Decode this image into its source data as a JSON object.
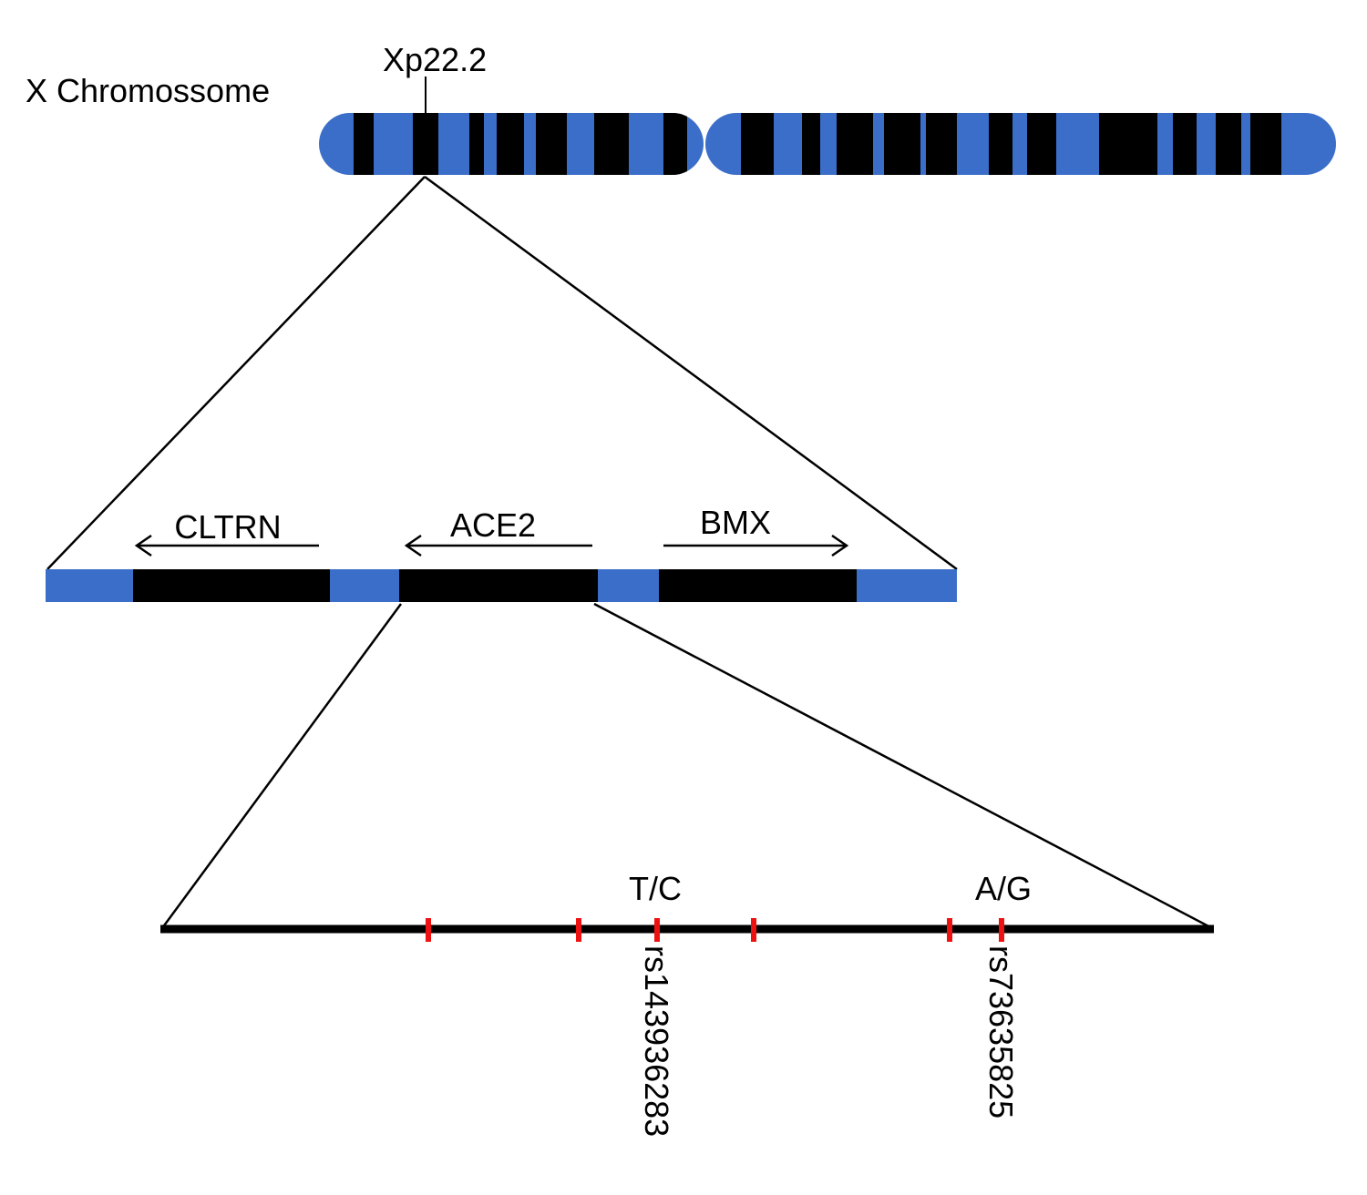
{
  "chromosome": {
    "name": "X Chromossome",
    "band": "Xp22.2"
  },
  "genes": [
    {
      "name": "CLTRN",
      "direction": "left"
    },
    {
      "name": "ACE2",
      "direction": "left"
    },
    {
      "name": "BMX",
      "direction": "right"
    }
  ],
  "snps": [
    {
      "id": "rs143936283",
      "alleles": "T/C"
    },
    {
      "id": "rs73635825",
      "alleles": "A/G"
    }
  ],
  "colors": {
    "chromosome_blue": "#3a6ec8",
    "band_black": "#000000",
    "snp_marker_red": "#ee1111"
  }
}
